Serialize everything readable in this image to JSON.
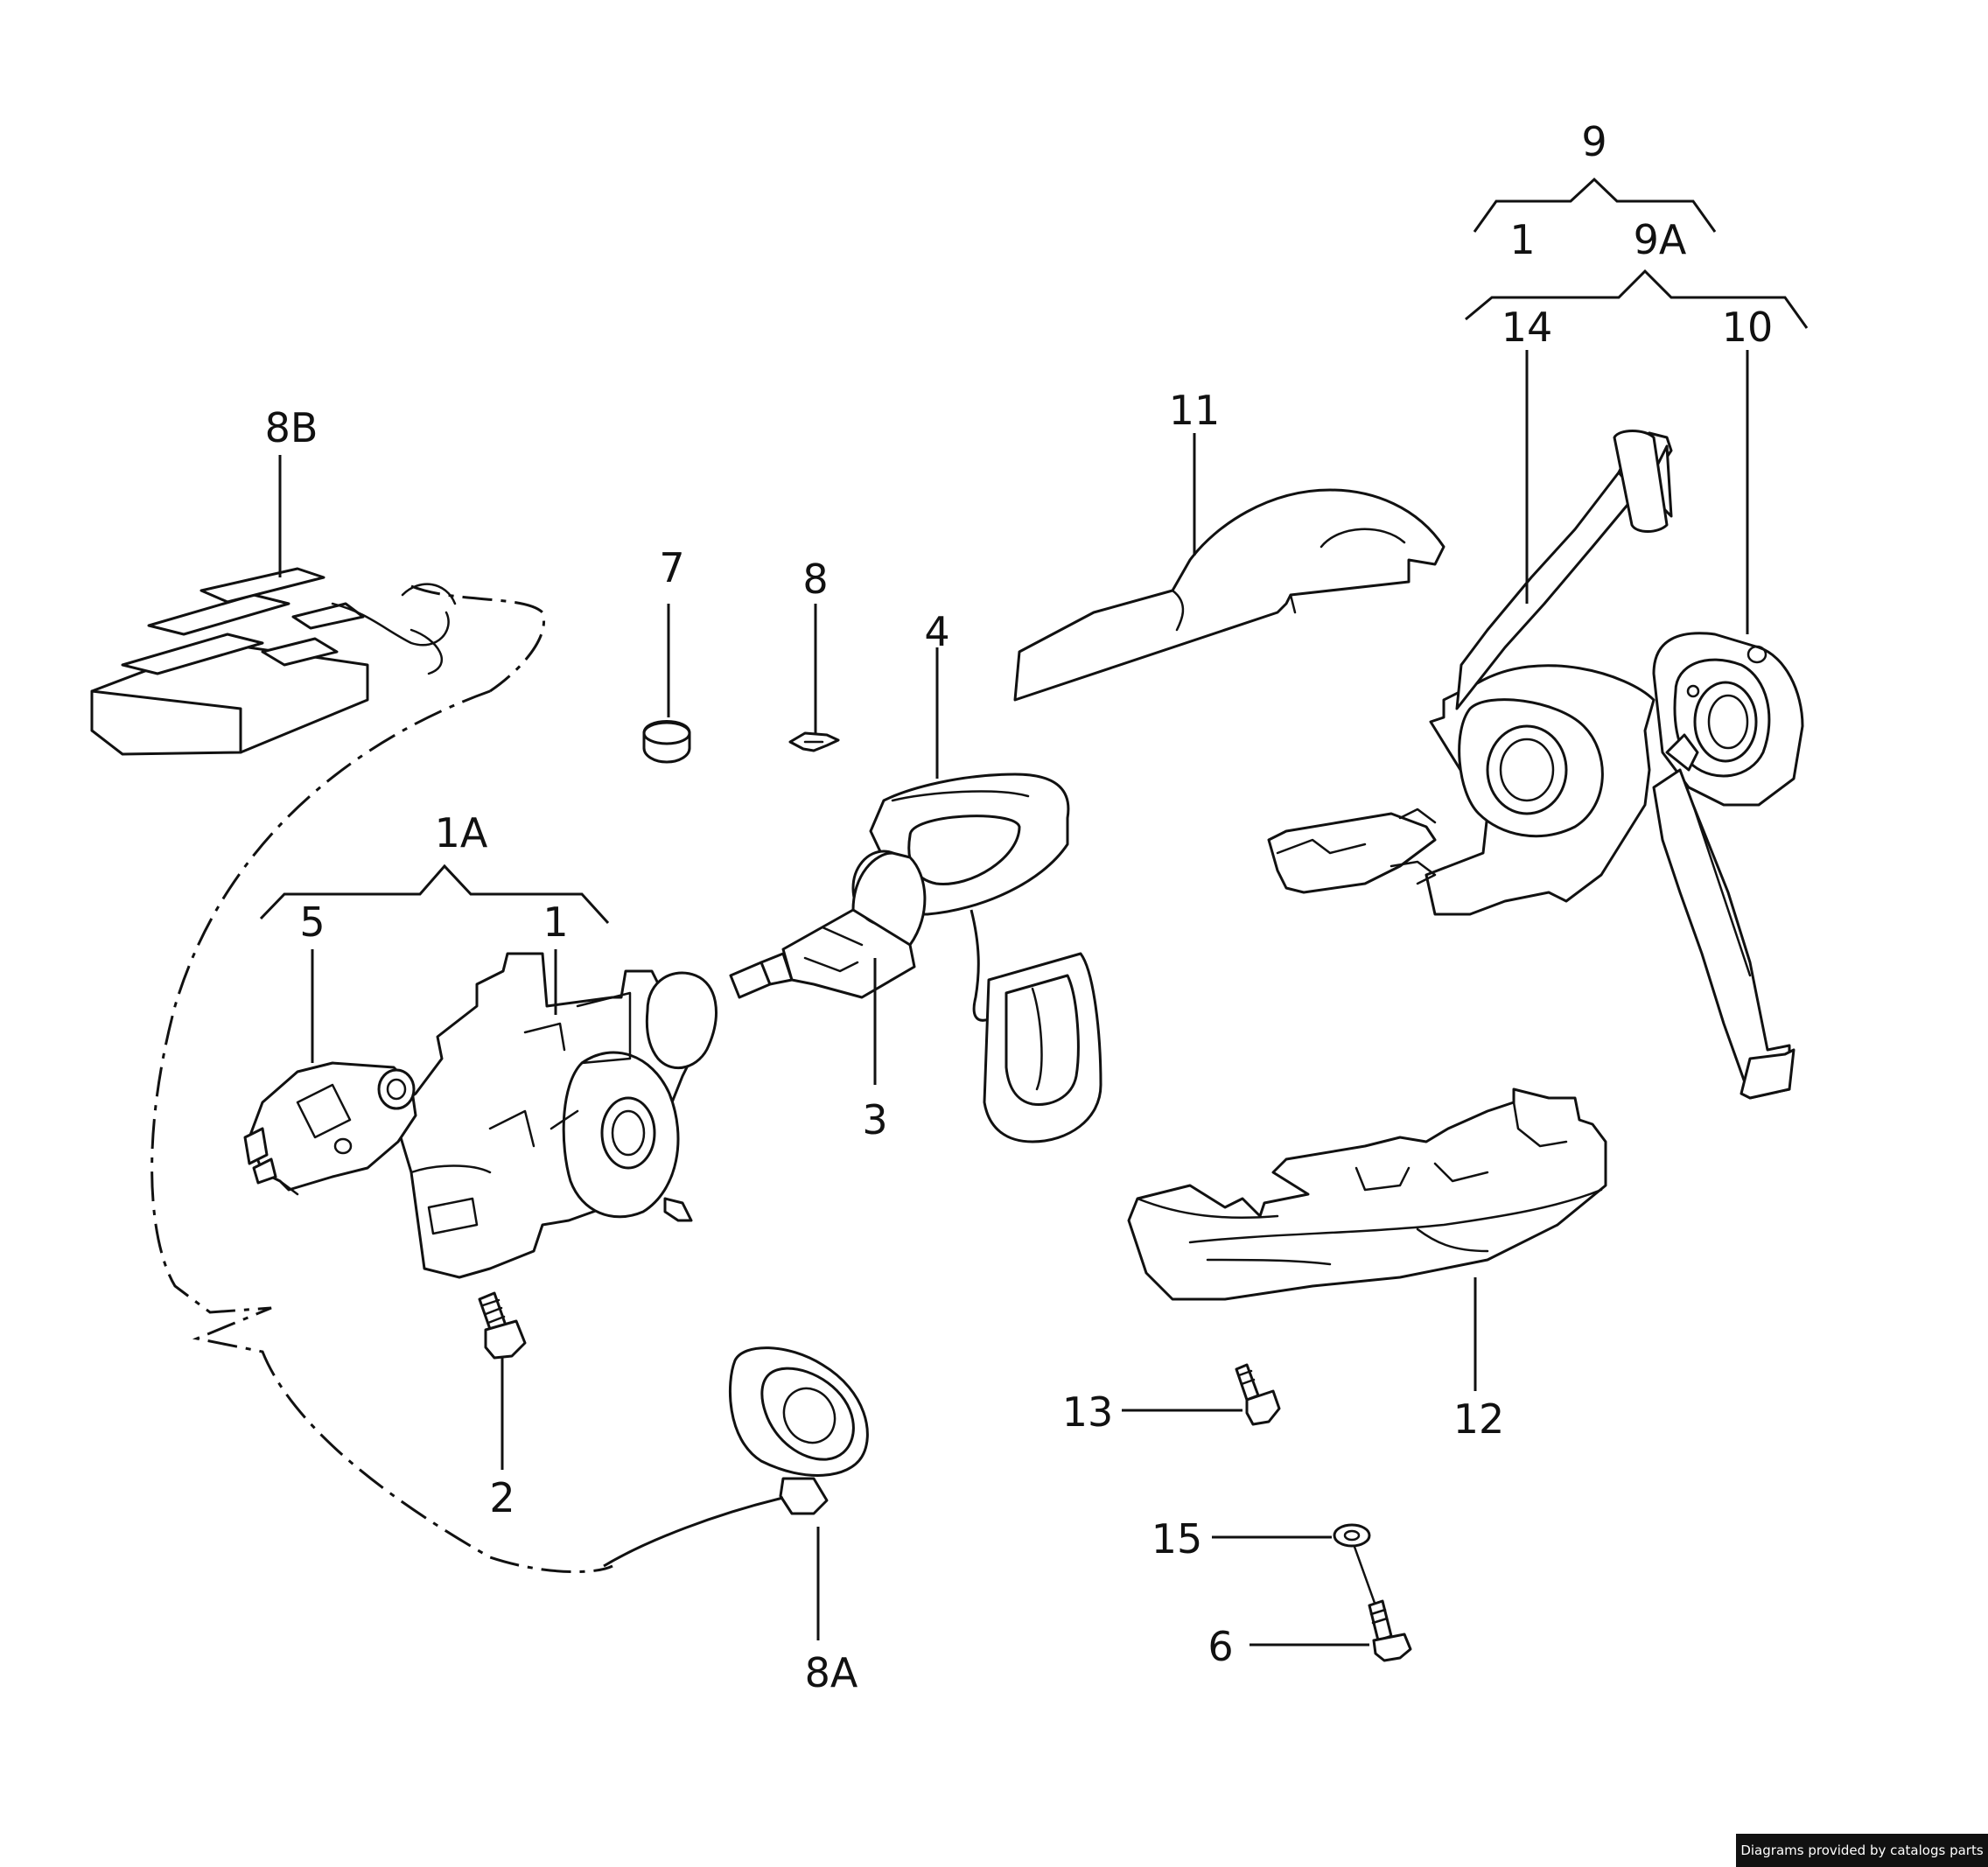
{
  "labels": {
    "p9": "9",
    "p1_top": "1",
    "p9A": "9A",
    "p14": "14",
    "p10": "10",
    "p11": "11",
    "p8B": "8B",
    "p7": "7",
    "p8": "8",
    "p4": "4",
    "p1A": "1A",
    "p5": "5",
    "p1": "1",
    "p3": "3",
    "p2": "2",
    "p8A": "8A",
    "p12": "12",
    "p13": "13",
    "p15": "15",
    "p6": "6"
  },
  "credit": "Diagrams provided by catalogs parts",
  "colors": {
    "ink": "#111111",
    "background": "#ffffff",
    "credit_bg": "#111111",
    "credit_text": "#ffffff"
  }
}
